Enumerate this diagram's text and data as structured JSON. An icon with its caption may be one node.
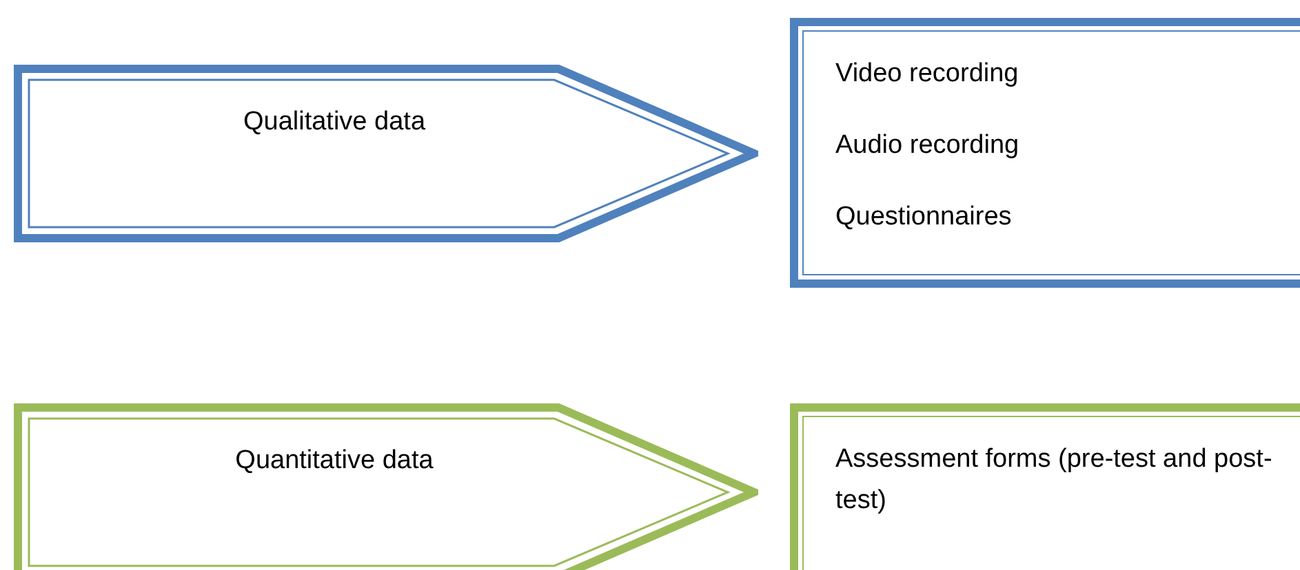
{
  "diagram": {
    "nodes": [
      {
        "text": [
          "Qualitative data"
        ]
      },
      {
        "text": [
          "Video recording",
          "Audio recording",
          "Questionnaires"
        ]
      },
      {
        "text": [
          "Quantitative data"
        ]
      },
      {
        "text": [
          "Assessment forms (pre-test and post-test)"
        ]
      }
    ]
  }
}
